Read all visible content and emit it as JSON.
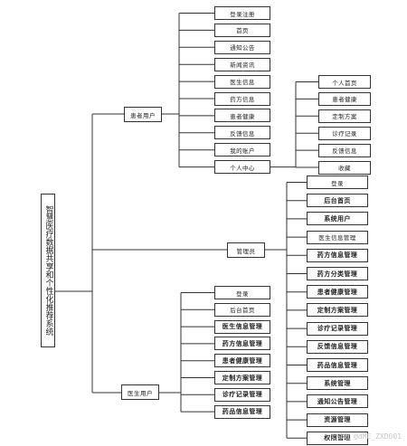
{
  "root": {
    "label": "智慧医疗数据共享和个性化推荐系统"
  },
  "patient": {
    "label": "患者用户",
    "items": [
      "登录注册",
      "首页",
      "通知公告",
      "新闻资讯",
      "医生信息",
      "药方信息",
      "患者健康",
      "反馈信息",
      "我的账户",
      "个人中心"
    ],
    "personal_center": {
      "items": [
        "个人首页",
        "患者健康",
        "定制方案",
        "诊疗记录",
        "反馈信息",
        "收藏"
      ]
    }
  },
  "admin": {
    "label": "管理员",
    "items": [
      "登录",
      "后台首页",
      "系统用户",
      "医生信息管理",
      "药方信息管理",
      "药方分类管理",
      "患者健康管理",
      "定制方案管理",
      "诊疗记录管理",
      "反馈信息管理",
      "药品信息管理",
      "系统管理",
      "通知公告管理",
      "资源管理",
      "权限管理"
    ]
  },
  "doctor": {
    "label": "医生用户",
    "items": [
      "登录",
      "后台首页",
      "医生信息管理",
      "药方信息管理",
      "患者健康管理",
      "定制方案管理",
      "诊疗记录管理",
      "药品信息管理"
    ]
  },
  "watermark": "CSDN @dME_ZXD001"
}
